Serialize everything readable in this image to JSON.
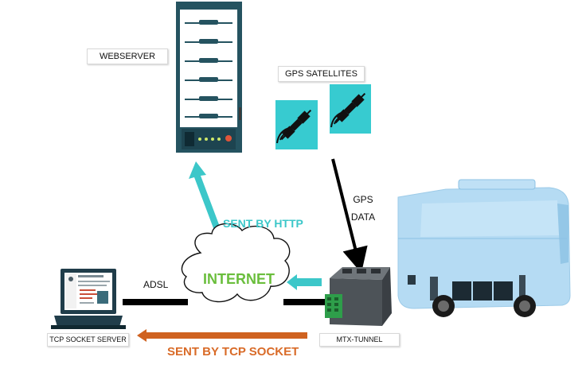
{
  "labels": {
    "webserver": "WEBSERVER",
    "gps_satellites": "GPS SATELLITES",
    "gps_data_line1": "GPS",
    "gps_data_line2": "DATA",
    "sent_by_http": "SENT BY HTTP",
    "adsl": "ADSL",
    "internet": "INTERNET",
    "tcp_socket_server": "TCP SOCKET SERVER",
    "sent_by_tcp_socket": "SENT BY TCP SOCKET",
    "mtx_tunnel": "MTX-TUNNEL"
  },
  "colors": {
    "teal": "#3cc7c9",
    "server_dark": "#255360",
    "green_text": "#6abe3c",
    "orange": "#d96b28",
    "bus_blue": "#a9d5f2"
  },
  "icons": [
    "server-icon",
    "satellite-icon",
    "laptop-icon",
    "cloud-icon",
    "modem-icon",
    "bus-icon"
  ]
}
